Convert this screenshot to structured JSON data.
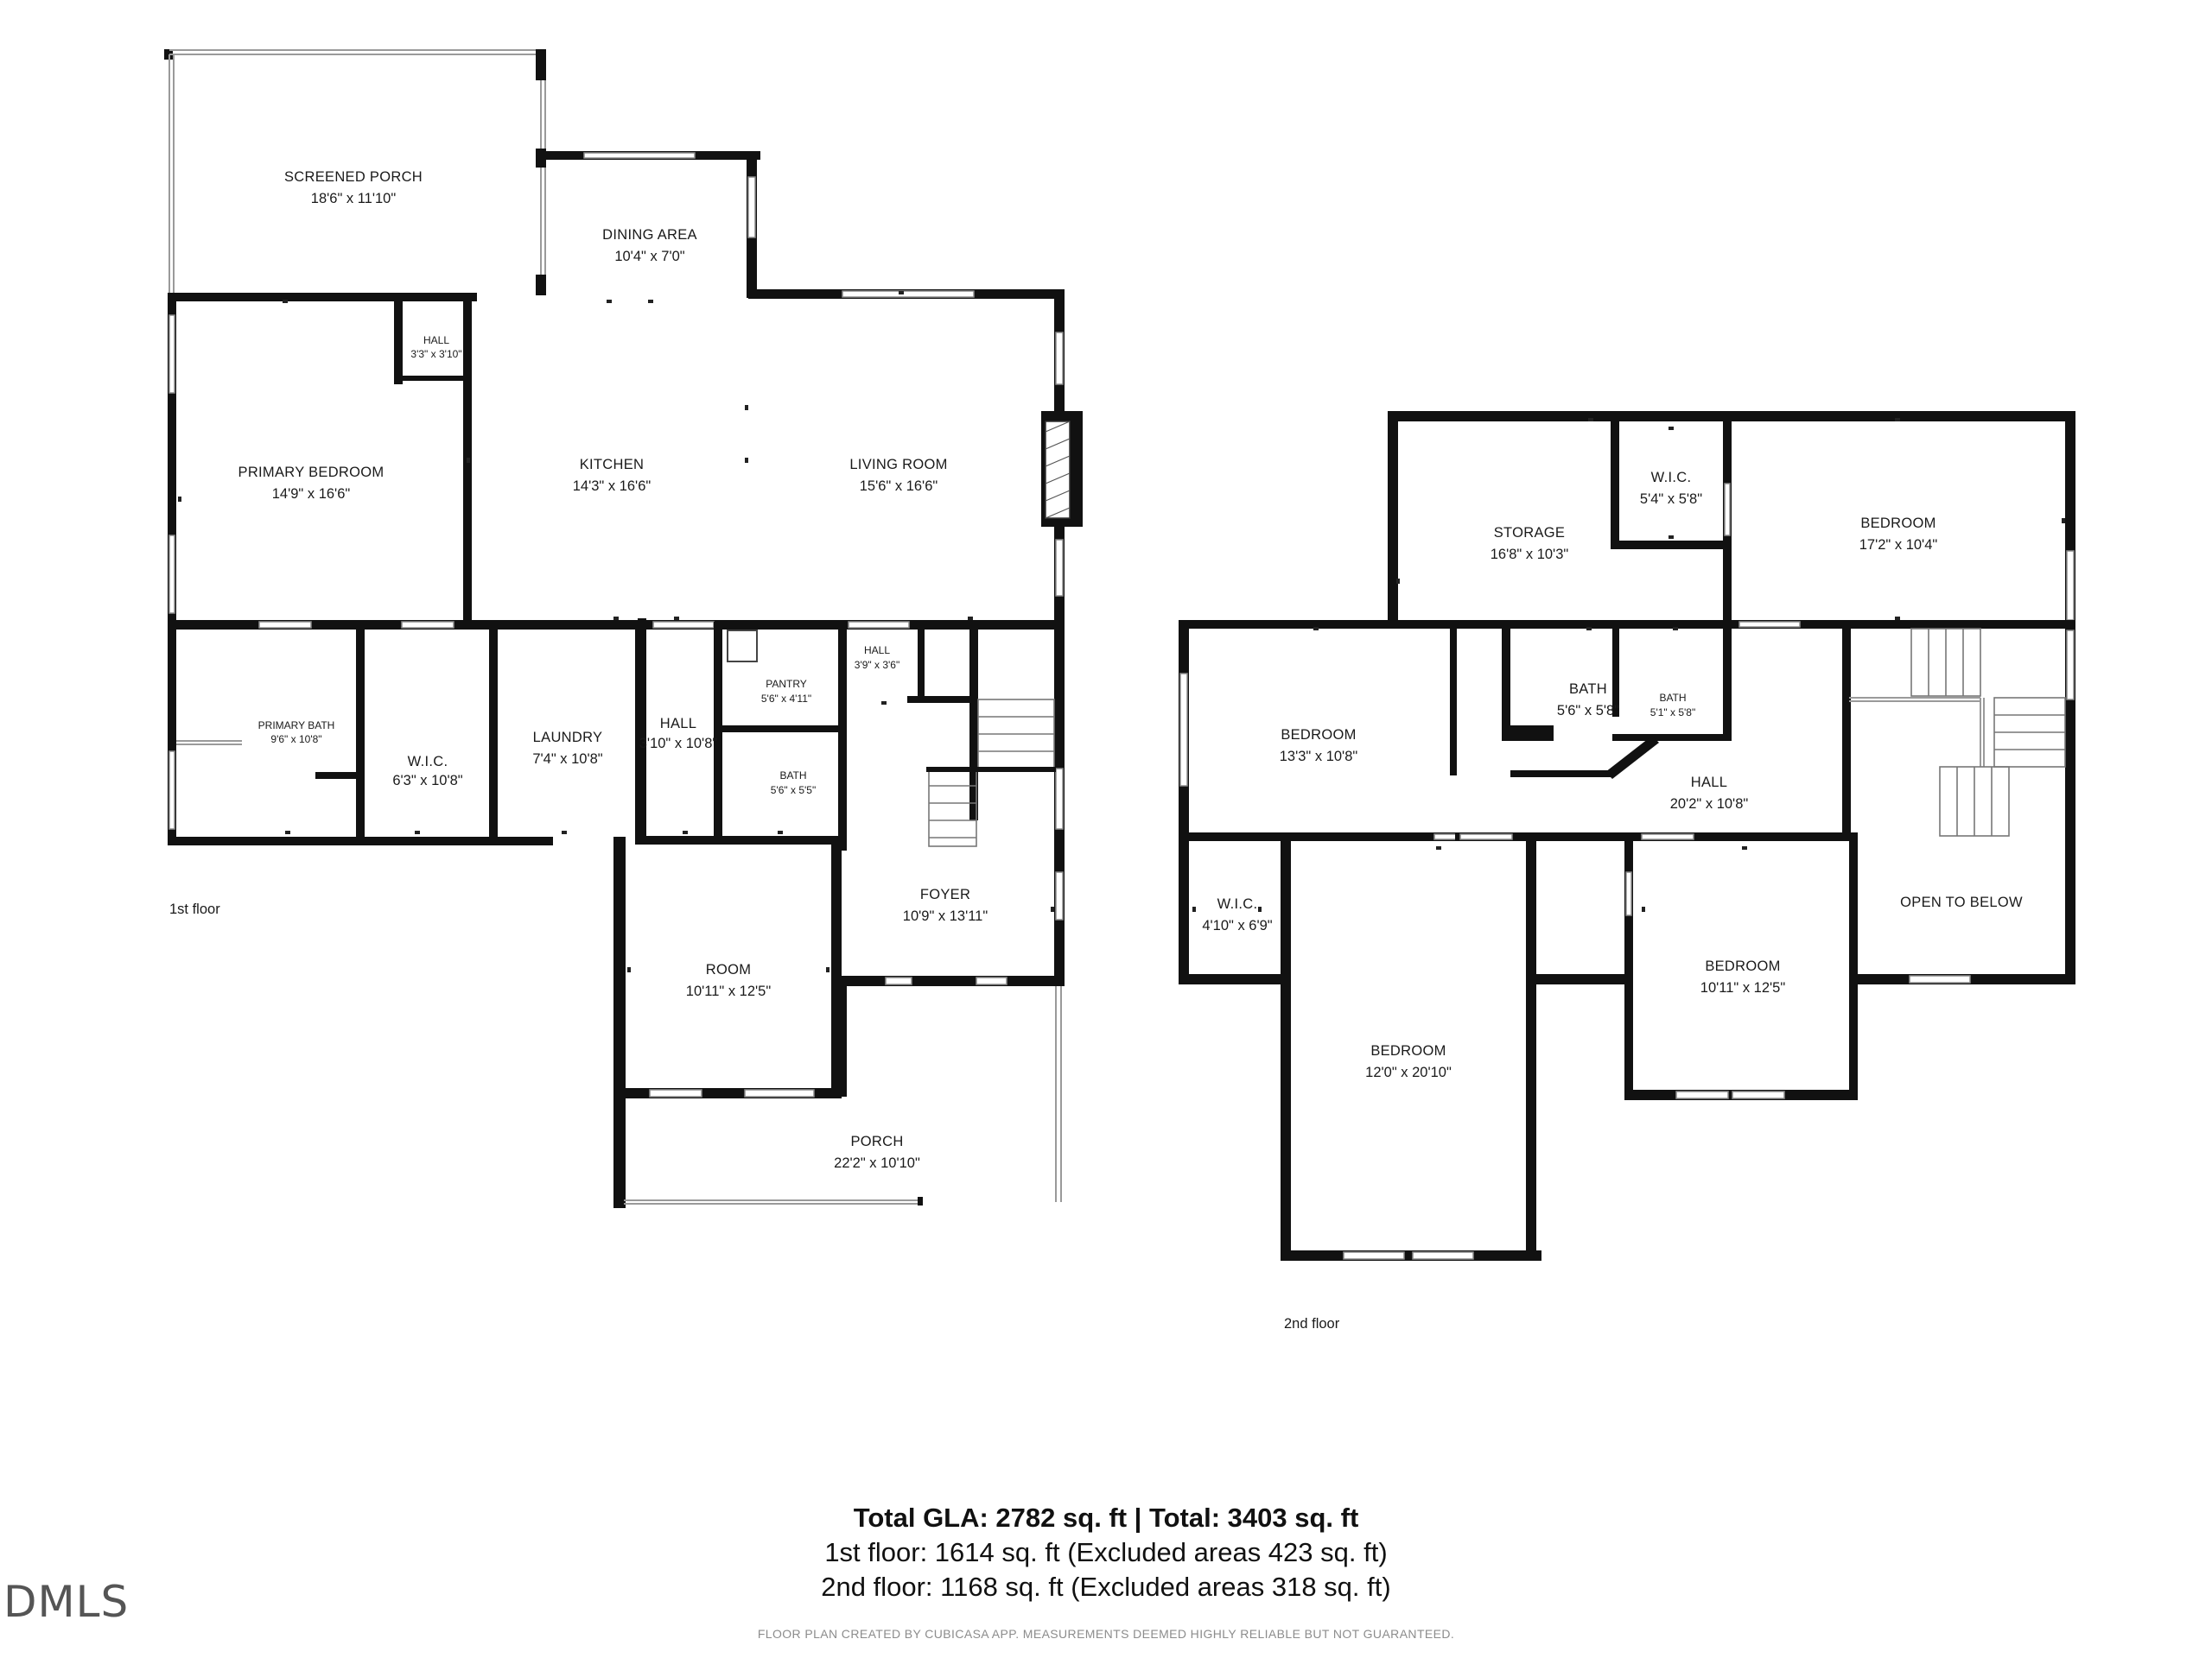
{
  "floors": [
    {
      "label": "1st floor",
      "rooms": [
        {
          "name": "SCREENED PORCH",
          "dims": "18'6\" x 11'10\""
        },
        {
          "name": "DINING AREA",
          "dims": "10'4\" x 7'0\""
        },
        {
          "name": "HALL",
          "dims": "3'3\" x 3'10\""
        },
        {
          "name": "PRIMARY BEDROOM",
          "dims": "14'9\" x 16'6\""
        },
        {
          "name": "KITCHEN",
          "dims": "14'3\" x 16'6\""
        },
        {
          "name": "LIVING ROOM",
          "dims": "15'6\" x 16'6\""
        },
        {
          "name": "PRIMARY BATH",
          "dims": "9'6\" x 10'8\""
        },
        {
          "name": "W.I.C.",
          "dims": "6'3\" x 10'8\""
        },
        {
          "name": "LAUNDRY",
          "dims": "7'4\" x 10'8\""
        },
        {
          "name": "HALL",
          "dims": "3'10\" x 10'8\""
        },
        {
          "name": "PANTRY",
          "dims": "5'6\" x 4'11\""
        },
        {
          "name": "HALL",
          "dims": "3'9\" x 3'6\""
        },
        {
          "name": "BATH",
          "dims": "5'6\" x 5'5\""
        },
        {
          "name": "FOYER",
          "dims": "10'9\" x 13'11\""
        },
        {
          "name": "ROOM",
          "dims": "10'11\" x 12'5\""
        },
        {
          "name": "PORCH",
          "dims": "22'2\" x 10'10\""
        }
      ]
    },
    {
      "label": "2nd floor",
      "rooms": [
        {
          "name": "STORAGE",
          "dims": "16'8\" x 10'3\""
        },
        {
          "name": "W.I.C.",
          "dims": "5'4\" x 5'8\""
        },
        {
          "name": "BEDROOM",
          "dims": "17'2\" x 10'4\""
        },
        {
          "name": "BEDROOM",
          "dims": "13'3\" x 10'8\""
        },
        {
          "name": "BATH",
          "dims": "5'6\" x 5'8\""
        },
        {
          "name": "BATH",
          "dims": "5'1\" x 5'8\""
        },
        {
          "name": "HALL",
          "dims": "20'2\" x 10'8\""
        },
        {
          "name": "W.I.C.",
          "dims": "4'10\" x 6'9\""
        },
        {
          "name": "BEDROOM",
          "dims": "12'0\" x 20'10\""
        },
        {
          "name": "BEDROOM",
          "dims": "10'11\" x 12'5\""
        },
        {
          "name": "OPEN TO BELOW",
          "dims": ""
        }
      ]
    }
  ],
  "summary": {
    "total_line": "Total GLA: 2782 sq. ft | Total: 3403 sq. ft",
    "first_floor_line": "1st floor: 1614 sq. ft (Excluded areas 423 sq. ft)",
    "second_floor_line": "2nd floor: 1168 sq. ft (Excluded areas 318 sq. ft)",
    "disclaimer": "FLOOR PLAN CREATED BY CUBICASA APP. MEASUREMENTS DEEMED HIGHLY RELIABLE BUT NOT GUARANTEED.",
    "logo": "DMLS"
  }
}
